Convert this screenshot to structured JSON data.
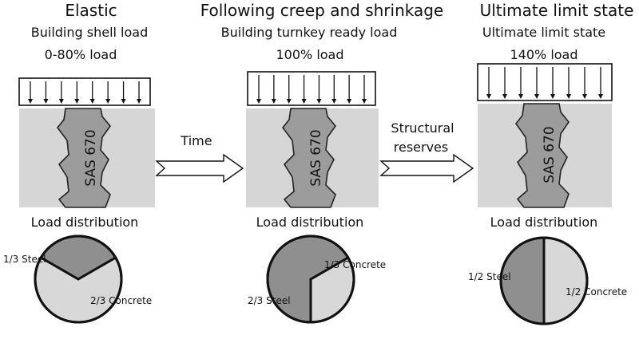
{
  "colors": {
    "concrete": "#d6d6d6",
    "steel": "#9c9c9c",
    "pie_concrete": "#d8d8d8",
    "pie_steel": "#8f8f8f",
    "line": "#111111"
  },
  "stages": [
    {
      "title": "Elastic",
      "subtitle": "Building shell load",
      "load": "0-80% load",
      "column_label": "SAS 670",
      "distribution_label": "Load distribution",
      "arrow_count": 8,
      "pie": [
        {
          "label": "1/3 Steel",
          "fraction": 0.3333,
          "material": "steel"
        },
        {
          "label": "2/3 Concrete",
          "fraction": 0.6667,
          "material": "concrete"
        }
      ]
    },
    {
      "title": "Following creep and shrinkage",
      "subtitle": "Building turnkey ready load",
      "load": "100% load",
      "column_label": "SAS 670",
      "distribution_label": "Load distribution",
      "arrow_count": 8,
      "pie": [
        {
          "label": "1/3 Concrete",
          "fraction": 0.3333,
          "material": "concrete"
        },
        {
          "label": "2/3 Steel",
          "fraction": 0.6667,
          "material": "steel"
        }
      ]
    },
    {
      "title": "Ultimate limit state",
      "subtitle": "Ultimate limit state",
      "load": "140% load",
      "column_label": "SAS 670",
      "distribution_label": "Load distribution",
      "arrow_count": 8,
      "pie": [
        {
          "label": "1/2 Steel",
          "fraction": 0.5,
          "material": "steel"
        },
        {
          "label": "1/2 Concrete",
          "fraction": 0.5,
          "material": "concrete"
        }
      ]
    }
  ],
  "transitions": [
    {
      "lines": [
        "Time"
      ]
    },
    {
      "lines": [
        "Structural",
        "reserves"
      ]
    }
  ]
}
